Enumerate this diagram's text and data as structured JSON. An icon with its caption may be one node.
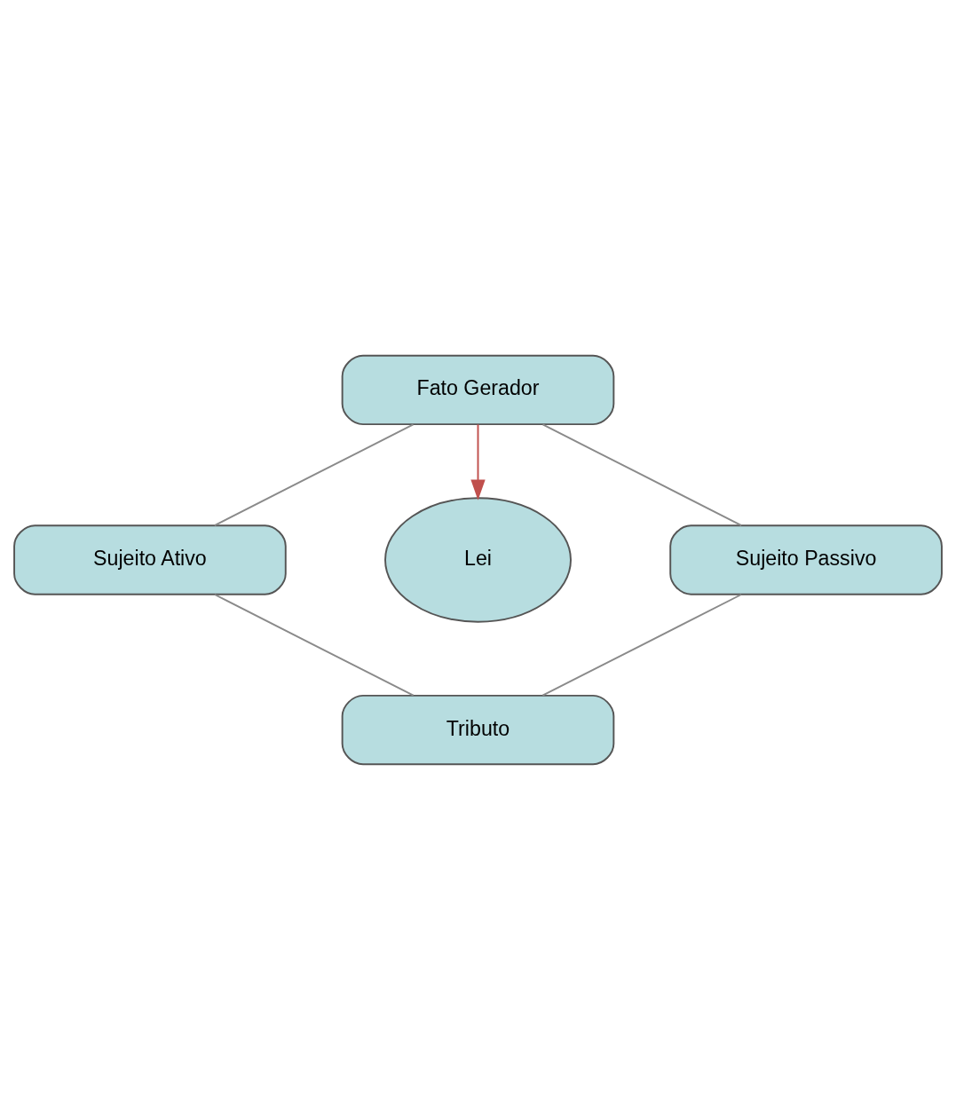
{
  "diagram": {
    "nodes": [
      {
        "text": [
          "Fato Gerador"
        ]
      },
      {
        "text": [
          "Sujeito Ativo"
        ]
      },
      {
        "text": [
          "Lei"
        ]
      },
      {
        "text": [
          "Sujeito Passivo"
        ]
      },
      {
        "text": [
          "Tributo"
        ]
      }
    ],
    "edges": [
      {
        "from": 0,
        "to": 2,
        "arrow": "to",
        "color": "#c0504d"
      },
      {
        "from": 0,
        "to": 1,
        "arrow": "none"
      },
      {
        "from": 0,
        "to": 3,
        "arrow": "none"
      },
      {
        "from": 1,
        "to": 4,
        "arrow": "none"
      },
      {
        "from": 3,
        "to": 4,
        "arrow": "none"
      }
    ]
  }
}
